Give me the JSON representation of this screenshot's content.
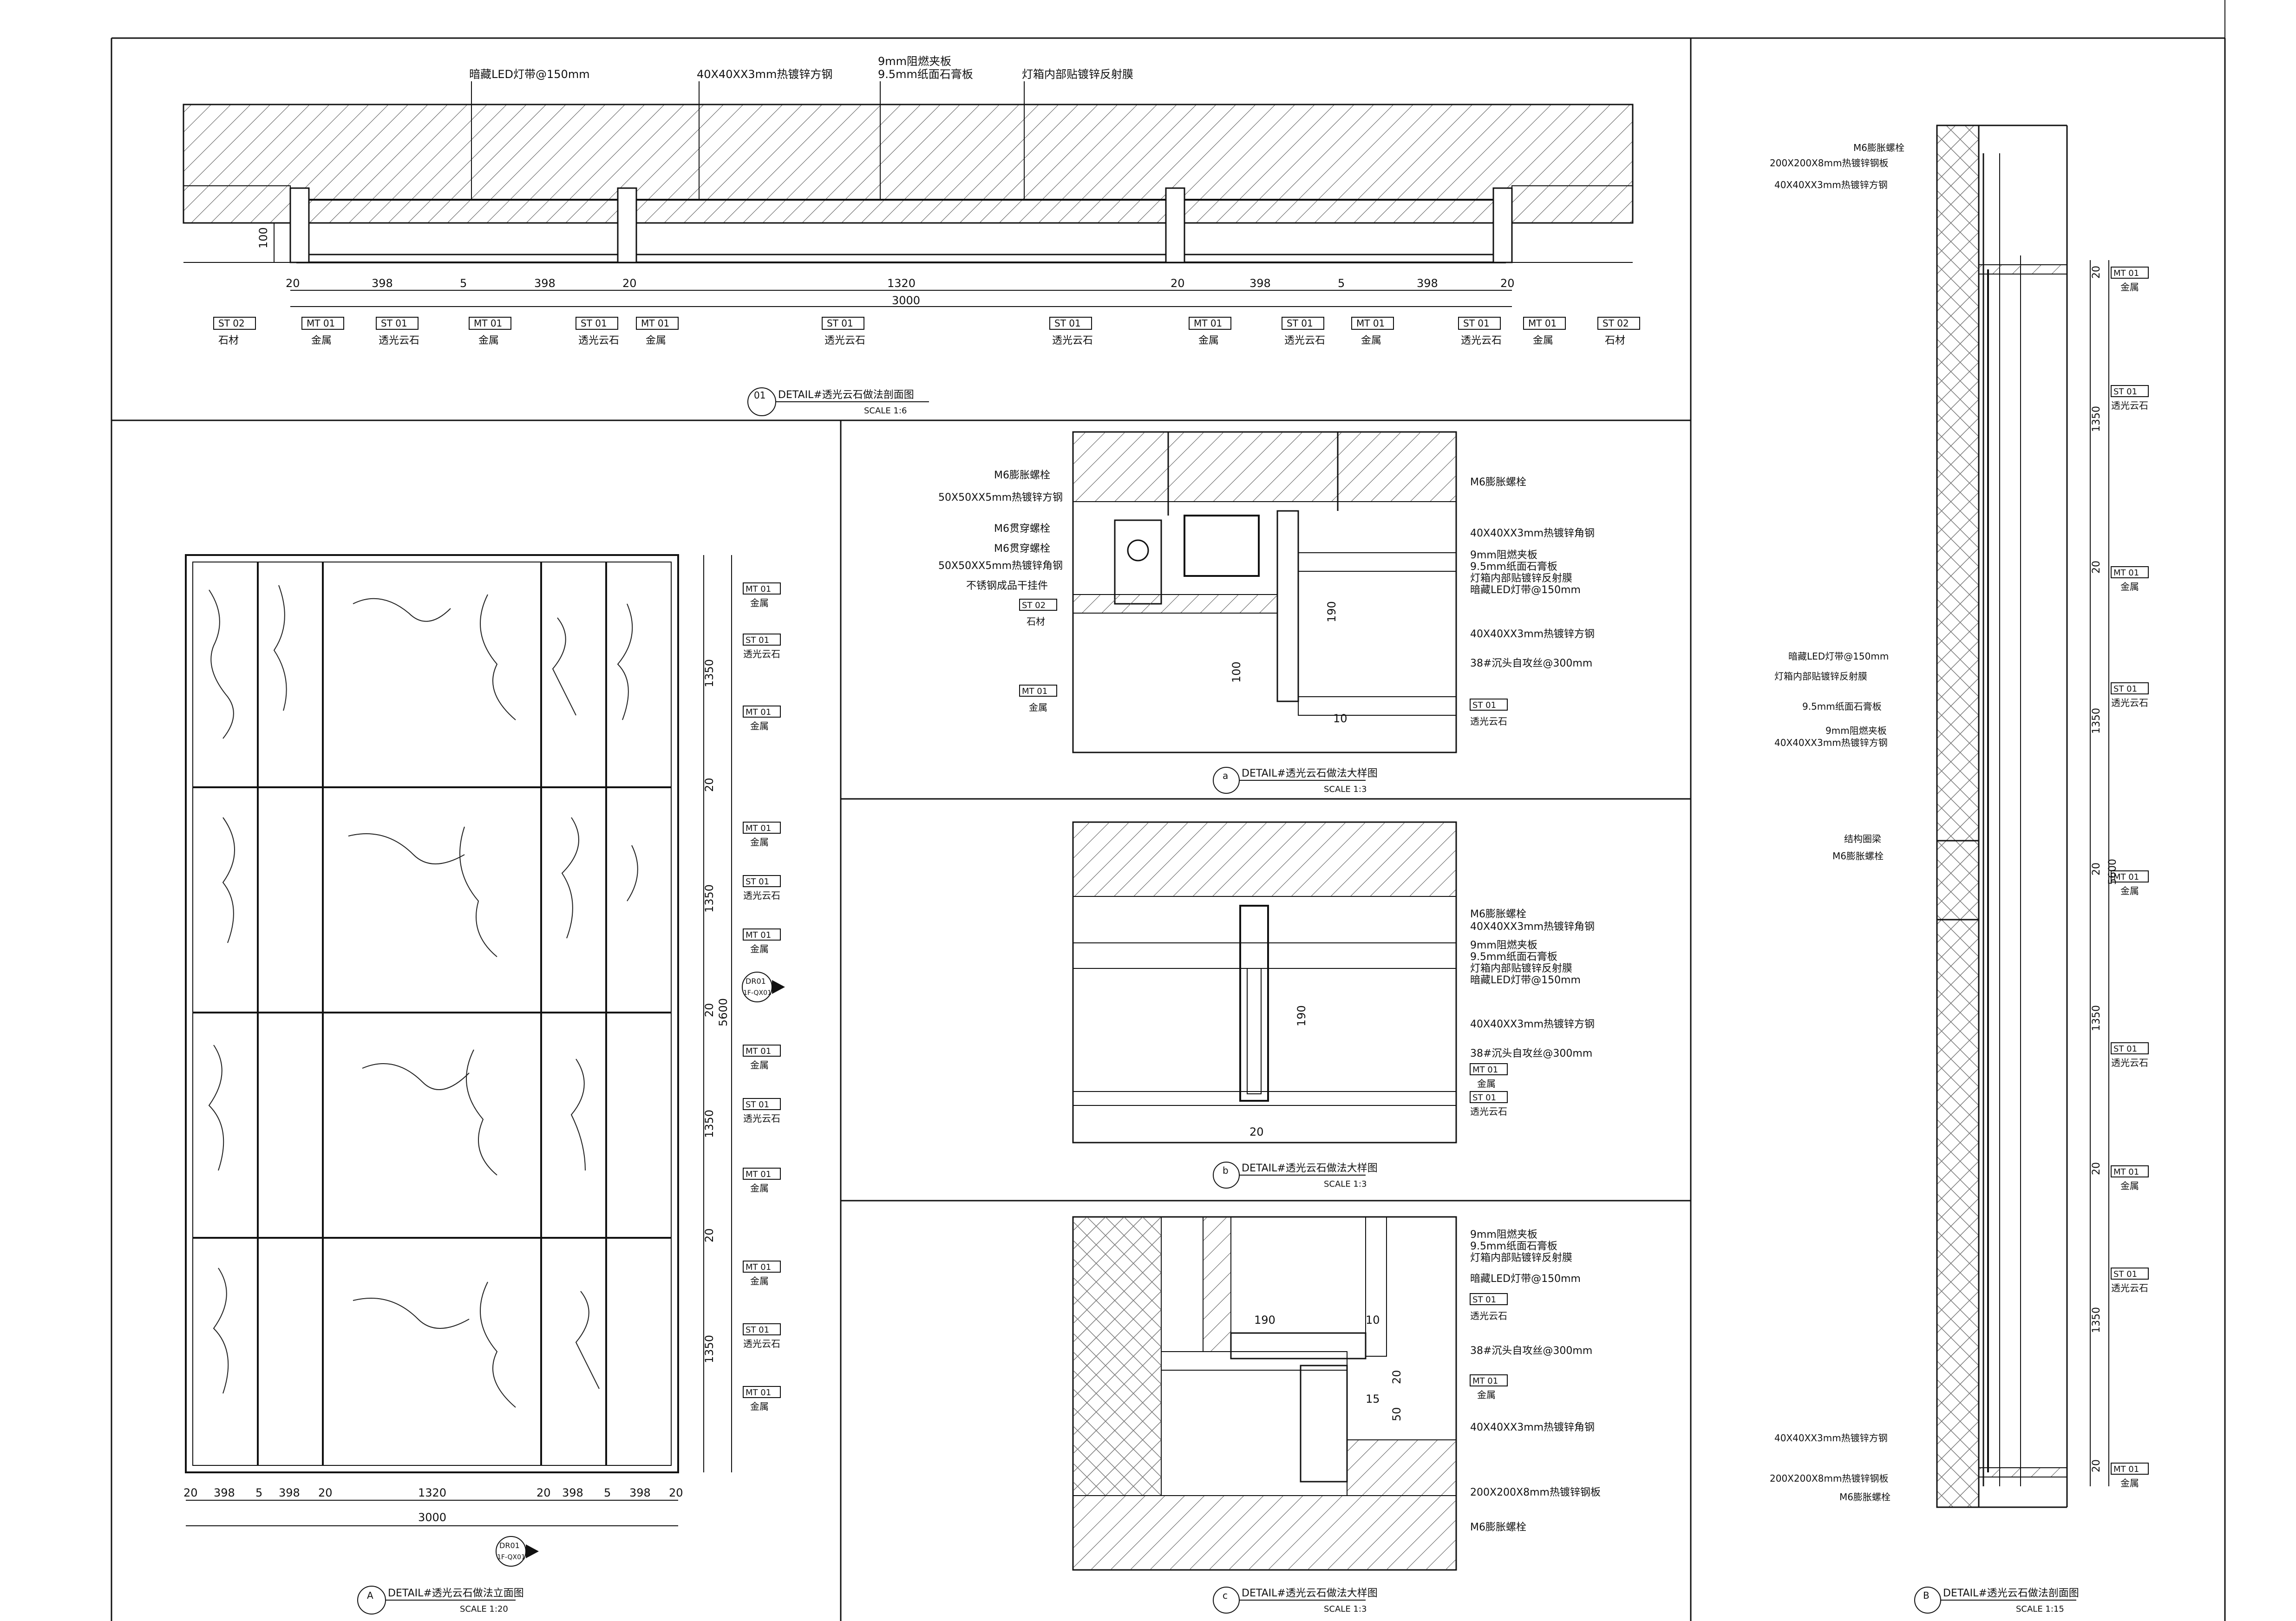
{
  "labels": {
    "led": "暗藏LED灯带@150mm",
    "tube40": "40X40XX3mm热镀锌方钢",
    "fire9": "9mm阻燃夹板",
    "gyp": "9.5mm纸面石膏板",
    "film": "灯箱内部贴镀锌反射膜",
    "m6": "M6膨胀螺栓",
    "sq50": "50X50XX5mm热镀锌方钢",
    "m6t": "M6贯穿螺栓",
    "ang50": "50X50XX5mm热镀锌角钢",
    "hang": "不锈钢成品干挂件",
    "ang40": "40X40XX3mm热镀锌角钢",
    "screw": "38#沉头自攻丝@300mm",
    "plate200": "200X200X8mm热镀锌钢板",
    "beam": "结构圈梁"
  },
  "tags": {
    "st01": "ST 01",
    "st02": "ST 02",
    "mt01": "MT 01",
    "stone": "透光云石",
    "metal": "金属",
    "rock": "石材"
  },
  "titles": {
    "d01": {
      "num": "01",
      "name": "DETAIL#透光云石做法剖面图",
      "scale": "SCALE 1:6"
    },
    "dA": {
      "num": "A",
      "name": "DETAIL#透光云石做法立面图",
      "scale": "SCALE 1:20"
    },
    "da": {
      "num": "a",
      "name": "DETAIL#透光云石做法大样图",
      "scale": "SCALE 1:3"
    },
    "db": {
      "num": "b",
      "name": "DETAIL#透光云石做法大样图",
      "scale": "SCALE 1:3"
    },
    "dc": {
      "num": "c",
      "name": "DETAIL#透光云石做法大样图",
      "scale": "SCALE 1:3"
    },
    "dB": {
      "num": "B",
      "name": "DETAIL#透光云石做法剖面图",
      "scale": "SCALE 1:15"
    }
  },
  "dims": {
    "d20": "20",
    "d398": "398",
    "d5": "5",
    "d1320": "1320",
    "d3000": "3000",
    "d100": "100",
    "d1350": "1350",
    "d5600": "5600",
    "d50": "50",
    "d190": "190",
    "d10": "10",
    "d15": "15"
  },
  "markers": {
    "code": "DR01",
    "sub": "1F-QX01"
  }
}
